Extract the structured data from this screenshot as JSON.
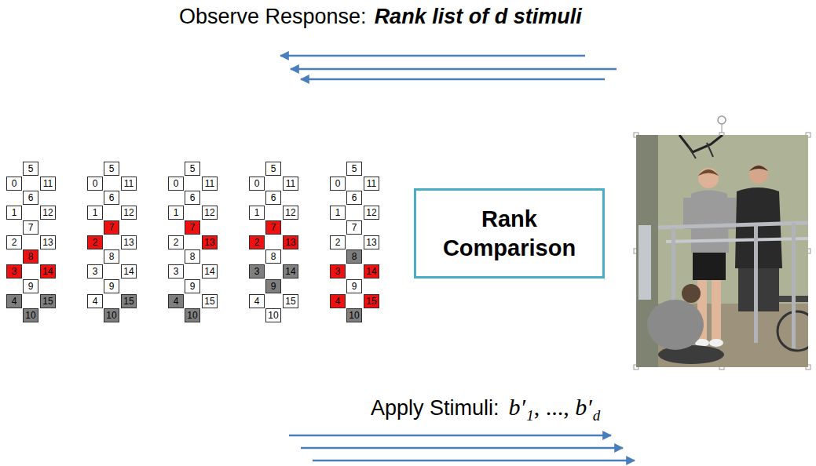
{
  "diagram": {
    "nodes": [
      {
        "text": [
          "5"
        ]
      },
      {
        "text": [
          "0"
        ]
      },
      {
        "text": [
          "11"
        ]
      },
      {
        "text": [
          "6"
        ]
      },
      {
        "text": [
          "1"
        ]
      },
      {
        "text": [
          "12"
        ]
      },
      {
        "text": [
          "7"
        ]
      },
      {
        "text": [
          "2"
        ]
      },
      {
        "text": [
          "13"
        ]
      },
      {
        "text": [
          "8"
        ]
      },
      {
        "text": [
          "3"
        ]
      },
      {
        "text": [
          "14"
        ]
      },
      {
        "text": [
          "9"
        ]
      },
      {
        "text": [
          "4"
        ]
      },
      {
        "text": [
          "15"
        ]
      },
      {
        "text": [
          "10"
        ]
      },
      {
        "text": [
          "5"
        ]
      },
      {
        "text": [
          "0"
        ]
      },
      {
        "text": [
          "11"
        ]
      },
      {
        "text": [
          "6"
        ]
      },
      {
        "text": [
          "1"
        ]
      },
      {
        "text": [
          "12"
        ]
      },
      {
        "text": [
          "7"
        ]
      },
      {
        "text": [
          "2"
        ]
      },
      {
        "text": [
          "13"
        ]
      },
      {
        "text": [
          "8"
        ]
      },
      {
        "text": [
          "3"
        ]
      },
      {
        "text": [
          "14"
        ]
      },
      {
        "text": [
          "9"
        ]
      },
      {
        "text": [
          "4"
        ]
      },
      {
        "text": [
          "15"
        ]
      },
      {
        "text": [
          "10"
        ]
      },
      {
        "text": [
          "5"
        ]
      },
      {
        "text": [
          "0"
        ]
      },
      {
        "text": [
          "11"
        ]
      },
      {
        "text": [
          "6"
        ]
      },
      {
        "text": [
          "1"
        ]
      },
      {
        "text": [
          "12"
        ]
      },
      {
        "text": [
          "7"
        ]
      },
      {
        "text": [
          "2"
        ]
      },
      {
        "text": [
          "13"
        ]
      },
      {
        "text": [
          "8"
        ]
      },
      {
        "text": [
          "3"
        ]
      },
      {
        "text": [
          "14"
        ]
      },
      {
        "text": [
          "9"
        ]
      },
      {
        "text": [
          "4"
        ]
      },
      {
        "text": [
          "15"
        ]
      },
      {
        "text": [
          "10"
        ]
      },
      {
        "text": [
          "5"
        ]
      },
      {
        "text": [
          "0"
        ]
      },
      {
        "text": [
          "11"
        ]
      },
      {
        "text": [
          "6"
        ]
      },
      {
        "text": [
          "1"
        ]
      },
      {
        "text": [
          "12"
        ]
      },
      {
        "text": [
          "7"
        ]
      },
      {
        "text": [
          "2"
        ]
      },
      {
        "text": [
          "13"
        ]
      },
      {
        "text": [
          "8"
        ]
      },
      {
        "text": [
          "3"
        ]
      },
      {
        "text": [
          "14"
        ]
      },
      {
        "text": [
          "9"
        ]
      },
      {
        "text": [
          "4"
        ]
      },
      {
        "text": [
          "15"
        ]
      },
      {
        "text": [
          "10"
        ]
      },
      {
        "text": [
          "5"
        ]
      },
      {
        "text": [
          "0"
        ]
      },
      {
        "text": [
          "11"
        ]
      },
      {
        "text": [
          "6"
        ]
      },
      {
        "text": [
          "1"
        ]
      },
      {
        "text": [
          "12"
        ]
      },
      {
        "text": [
          "7"
        ]
      },
      {
        "text": [
          "2"
        ]
      },
      {
        "text": [
          "13"
        ]
      },
      {
        "text": [
          "8"
        ]
      },
      {
        "text": [
          "3"
        ]
      },
      {
        "text": [
          "14"
        ]
      },
      {
        "text": [
          "9"
        ]
      },
      {
        "text": [
          "4"
        ]
      },
      {
        "text": [
          "15"
        ]
      },
      {
        "text": [
          "10"
        ]
      },
      {
        "text": [
          "Rank Comparison"
        ]
      }
    ],
    "labels": [
      "Observe Response:",
      "Rank list of d stimuli",
      "Apply Stimuli:",
      "b′",
      "1",
      ", ..., ",
      "b′",
      "d"
    ]
  }
}
